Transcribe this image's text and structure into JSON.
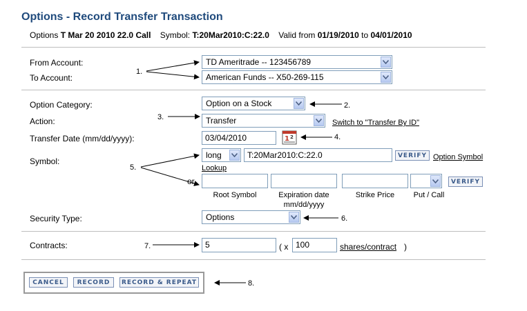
{
  "header": {
    "title": "Options - Record Transfer Transaction"
  },
  "info": {
    "options_label": "Options",
    "options_value": "T Mar 20 2010 22.0 Call",
    "symbol_label": "Symbol:",
    "symbol_value": "T:20Mar2010:C:22.0",
    "valid_from_label": "Valid from",
    "valid_from": "01/19/2010",
    "to_label": "to",
    "valid_to": "04/01/2010"
  },
  "form": {
    "from_account_label": "From Account:",
    "from_account_value": "TD Ameritrade -- 123456789",
    "to_account_label": "To Account:",
    "to_account_value": "American Funds -- X50-269-115",
    "option_category_label": "Option Category:",
    "option_category_value": "Option on a Stock",
    "action_label": "Action:",
    "action_value": "Transfer",
    "switch_link": "Switch to \"Transfer By ID\"",
    "transfer_date_label": "Transfer Date (mm/dd/yyyy):",
    "transfer_date_value": "03/04/2010",
    "symbol_label": "Symbol:",
    "position_value": "long",
    "symbol_value": "T:20Mar2010:C:22.0",
    "verify_label": "VERIFY",
    "option_symbol_link": "Option Symbol",
    "lookup_link": "Lookup",
    "or_label": "or",
    "root_symbol_label": "Root Symbol",
    "expiration_label_1": "Expiration date",
    "expiration_label_2": "mm/dd/yyyy",
    "strike_price_label": "Strike Price",
    "put_call_label": "Put / Call",
    "security_type_label": "Security Type:",
    "security_type_value": "Options",
    "contracts_label": "Contracts:",
    "contracts_value": "5",
    "paren_open": "( x",
    "shares_value": "100",
    "shares_link": "shares/contract",
    "paren_close": ")"
  },
  "buttons": {
    "cancel": "CANCEL",
    "record": "RECORD",
    "record_repeat": "RECORD & REPEAT"
  },
  "annotations": {
    "n1": "1.",
    "n2": "2.",
    "n3": "3.",
    "n4": "4.",
    "n5": "5.",
    "n6": "6.",
    "n7": "7.",
    "n8": "8."
  },
  "icons": {
    "dropdown": "chevron-down-icon",
    "calendar": "calendar-icon",
    "arrow": "arrow-icon"
  }
}
